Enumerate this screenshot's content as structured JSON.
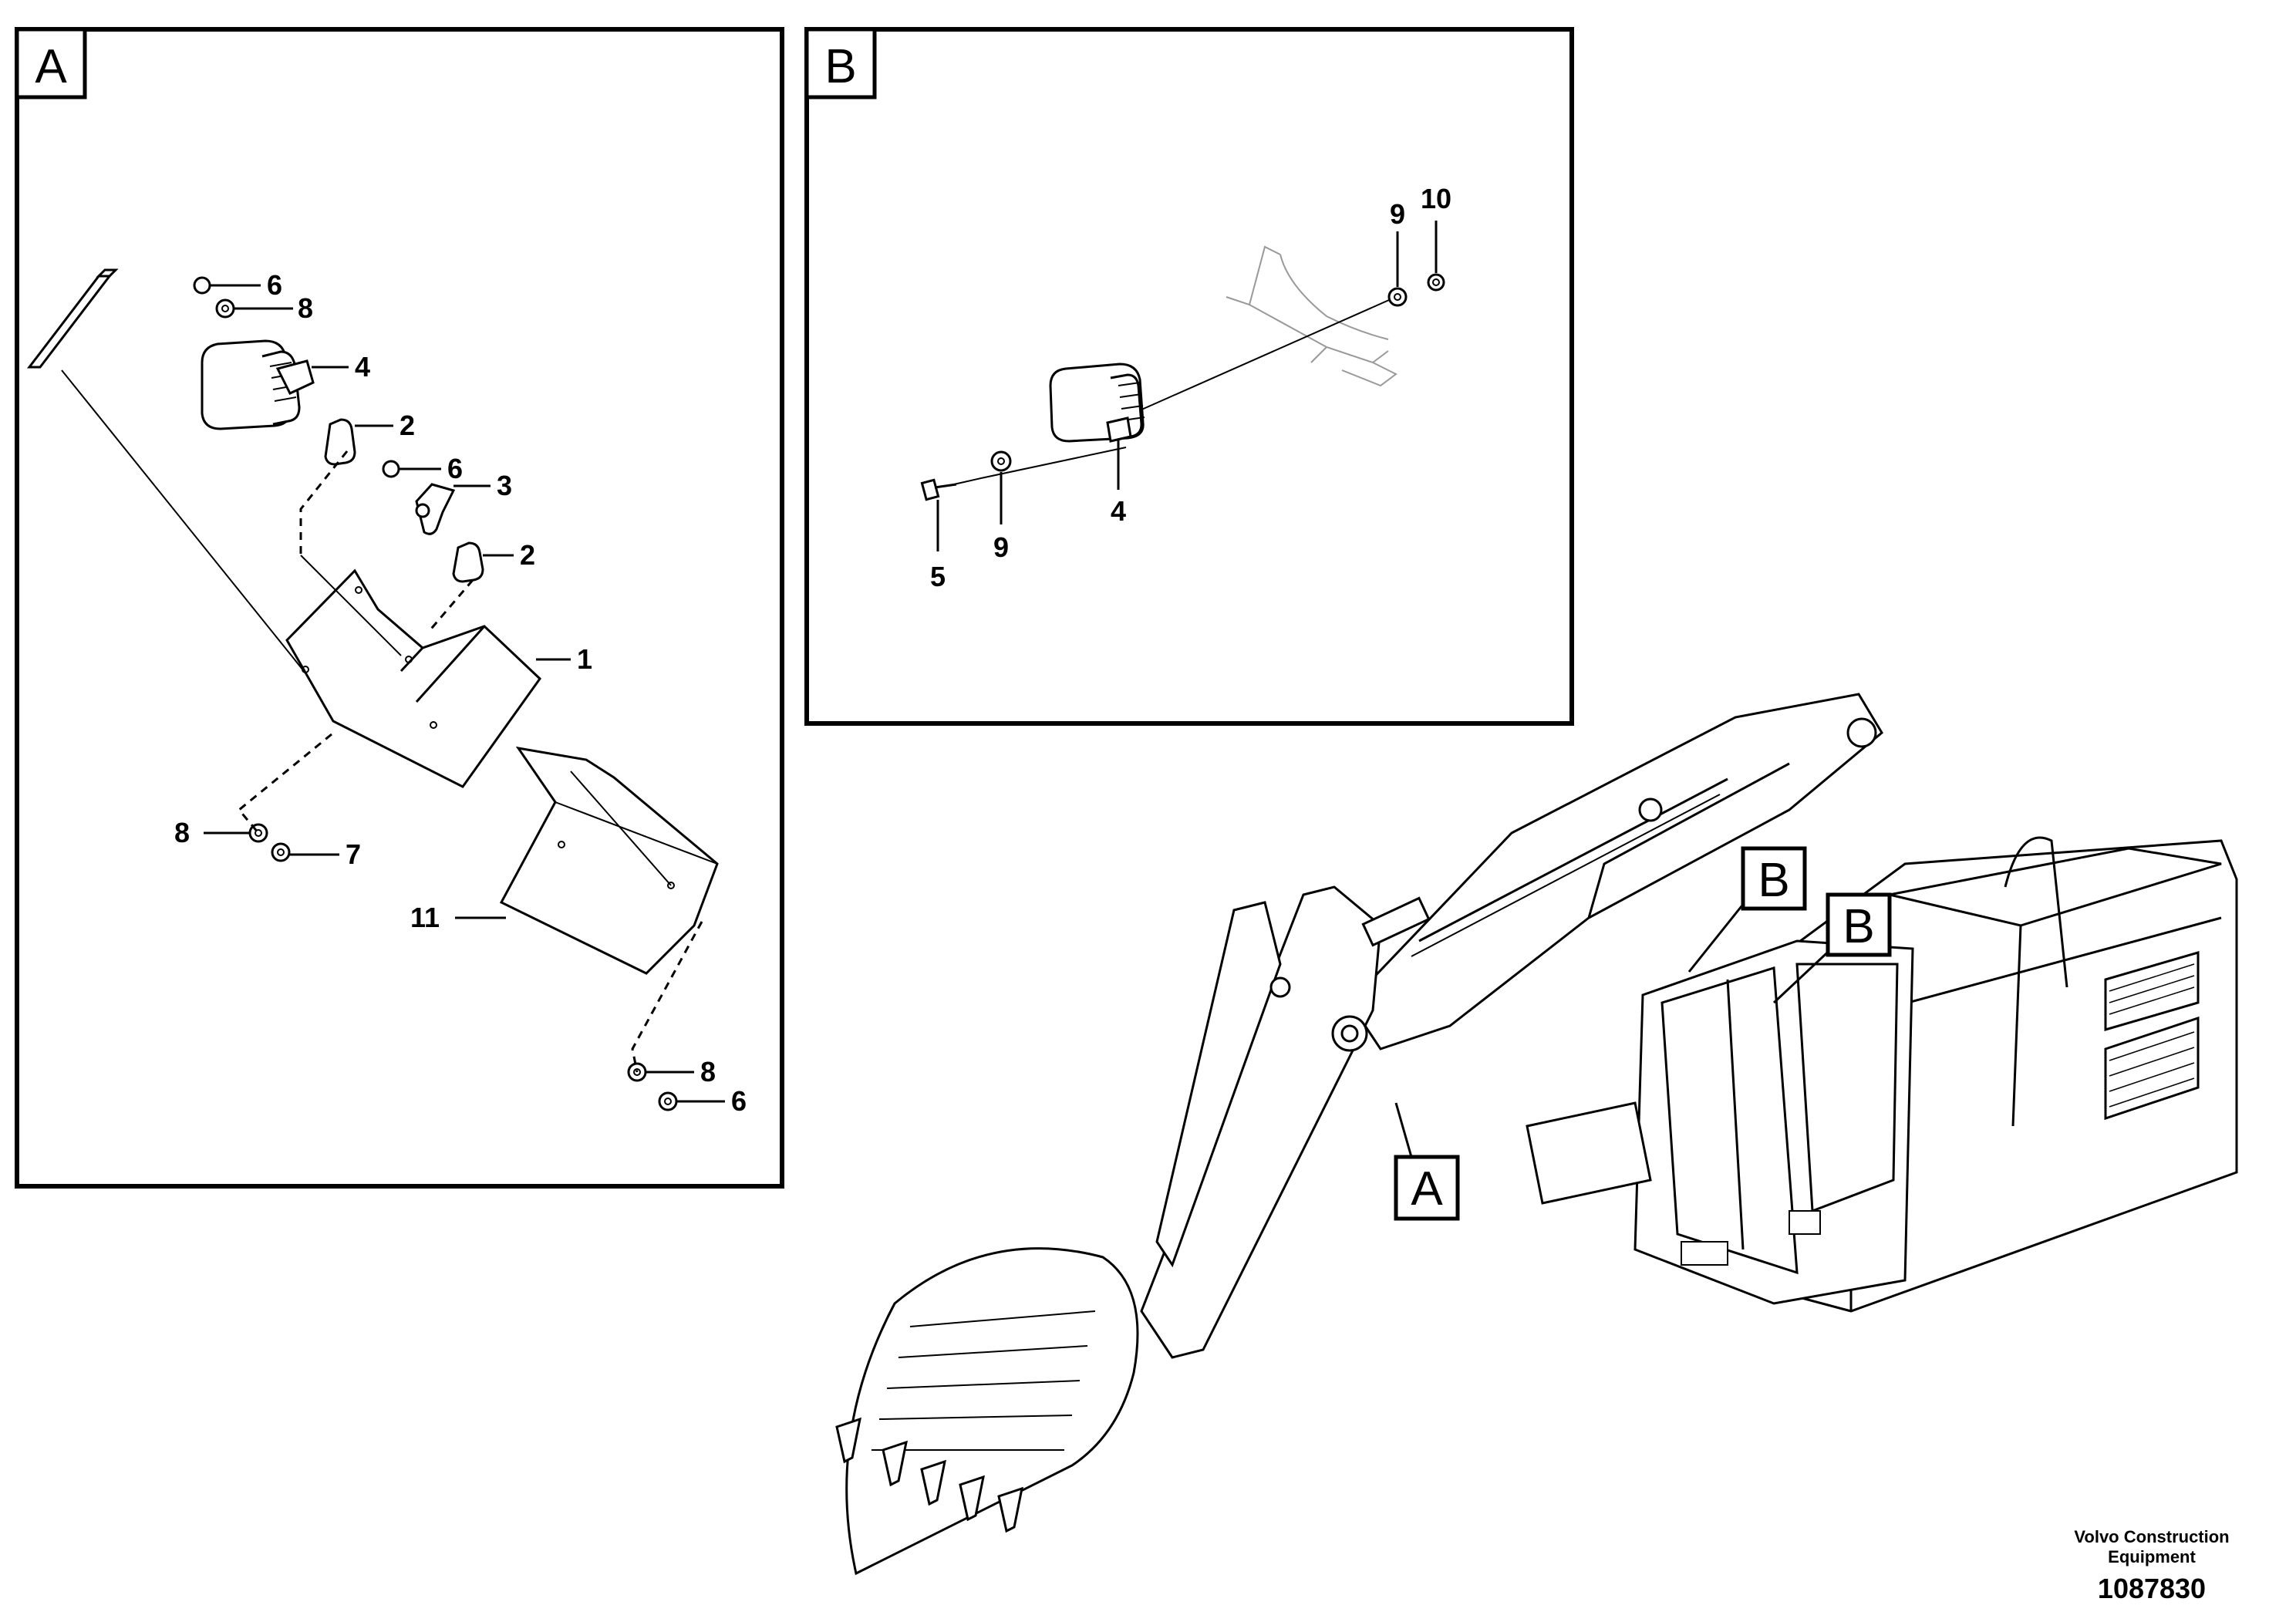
{
  "panel_a": {
    "label": "A",
    "callouts": [
      "6",
      "8",
      "4",
      "2",
      "6",
      "3",
      "2",
      "1",
      "8",
      "7",
      "11",
      "8",
      "6"
    ]
  },
  "panel_b": {
    "label": "B",
    "callouts": [
      "9",
      "10",
      "4",
      "5",
      "9"
    ]
  },
  "machine_view": {
    "markers": [
      "B",
      "B",
      "A"
    ]
  },
  "footer": {
    "company_line1": "Volvo Construction",
    "company_line2": "Equipment",
    "drawing_number": "1087830"
  }
}
